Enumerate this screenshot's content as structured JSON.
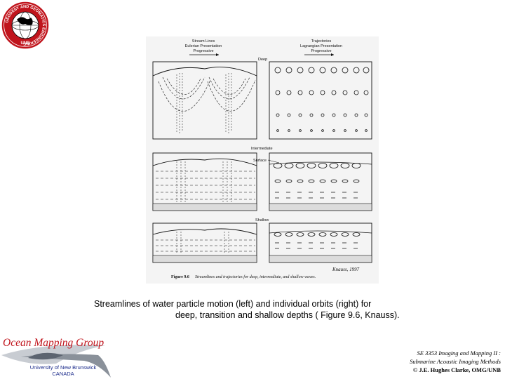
{
  "logo": {
    "ring_text": "GEODESY AND GEOMATICS ENGINEERING",
    "bottom_text": "UNB",
    "red": "#c0141c"
  },
  "figure": {
    "header_left": [
      "Stream Lines",
      "Eulerian Presentation",
      "Progressive"
    ],
    "header_right": [
      "Trajectories",
      "Lagrangian Presentation",
      "Progressive"
    ],
    "label_deep": "Deep",
    "label_intermediate": "Intermediate",
    "label_surface": "Surface",
    "label_shallow": "Shallow",
    "credit": "Knauss, 1997",
    "caption_bold": "Figure 9.6",
    "caption_text": "Streamlines and trajectories for deep, intermediate, and shallow waves."
  },
  "caption": {
    "line1": "Streamlines of water particle motion (left) and individual orbits (right) for",
    "line2": "deep, transition and shallow depths ( Figure 9.6, Knauss)."
  },
  "footer": {
    "group_name": "Ocean Mapping Group",
    "university": "University of New Brunswick",
    "country": "CANADA",
    "course_line1": "SE 3353 Imaging and Mapping II :",
    "course_line2": "Submarine Acoustic Imaging Methods",
    "copyright": "© J.E. Hughes Clarke, OMG/UNB"
  }
}
